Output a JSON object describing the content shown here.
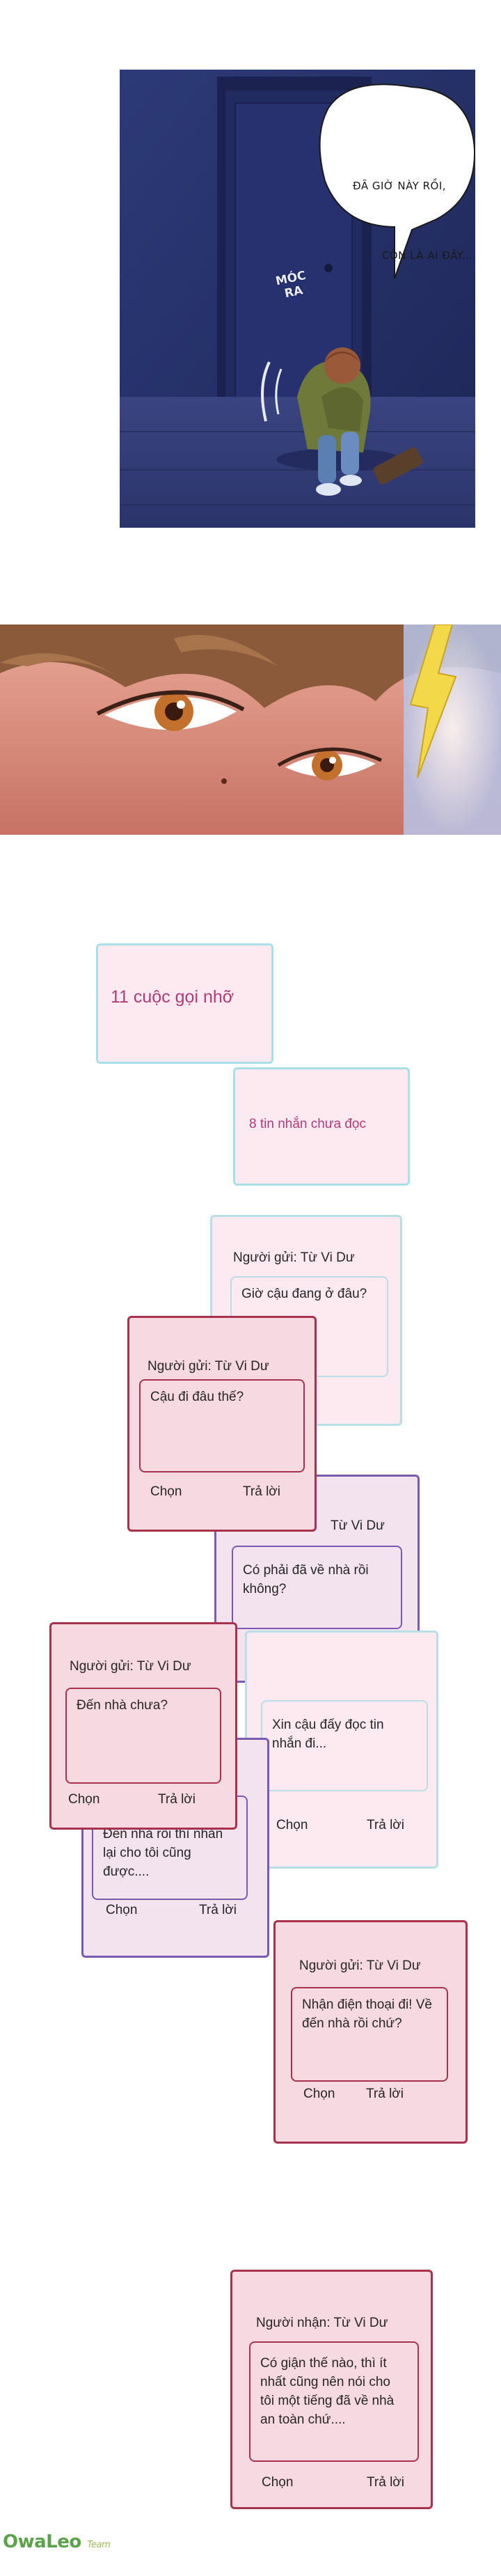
{
  "panel_door": {
    "bubble_lines": [
      "ĐÃ GIỜ NÀY RỒI,",
      "CÒN LÀ AI ĐÂY..."
    ],
    "sfx_lines": [
      "MÓC",
      "RA"
    ]
  },
  "missed_calls": "11 cuộc gọi nhỡ",
  "unread_messages": "8 tin nhắn chưa đọc",
  "cards": [
    {
      "head": "Người gửi: Từ Vi Dư",
      "body": "Giờ cậu đang ở đâu?"
    },
    {
      "head": "Người gửi: Từ Vi Dư",
      "body": "Cậu đi đâu thế?",
      "select": "Chọn",
      "reply": "Trả lời"
    },
    {
      "head": "Từ Vi Dư",
      "body": "Có phải đã về nhà rồi không?"
    },
    {
      "body": "Xin cậu đấy đọc tin nhắn đi...",
      "select": "Chọn",
      "reply": "Trả lời"
    },
    {
      "head": "Người gửi: Từ Vi Dư",
      "body": "Đến nhà chưa?",
      "select": "Chọn",
      "reply": "Trả lời"
    },
    {
      "body": "Đến nhà rồi thì nhắn lại cho tôi cũng được....",
      "select": "Chọn",
      "reply": "Trả lời"
    },
    {
      "head": "Người gửi: Từ Vi Dư",
      "body": "Nhận điện thoại đi! Về đến nhà rồi chứ?",
      "select": "Chọn",
      "reply": "Trả lời"
    },
    {
      "head": "Người nhận: Từ Vi Dư",
      "body": "Có giận thế nào, thì ít nhất cũng nên nói cho tôi một tiếng đã về nhà an toàn chứ....",
      "select": "Chọn",
      "reply": "Trả lời"
    }
  ],
  "logo": {
    "main": "OwaLeo",
    "sub": "Team"
  }
}
